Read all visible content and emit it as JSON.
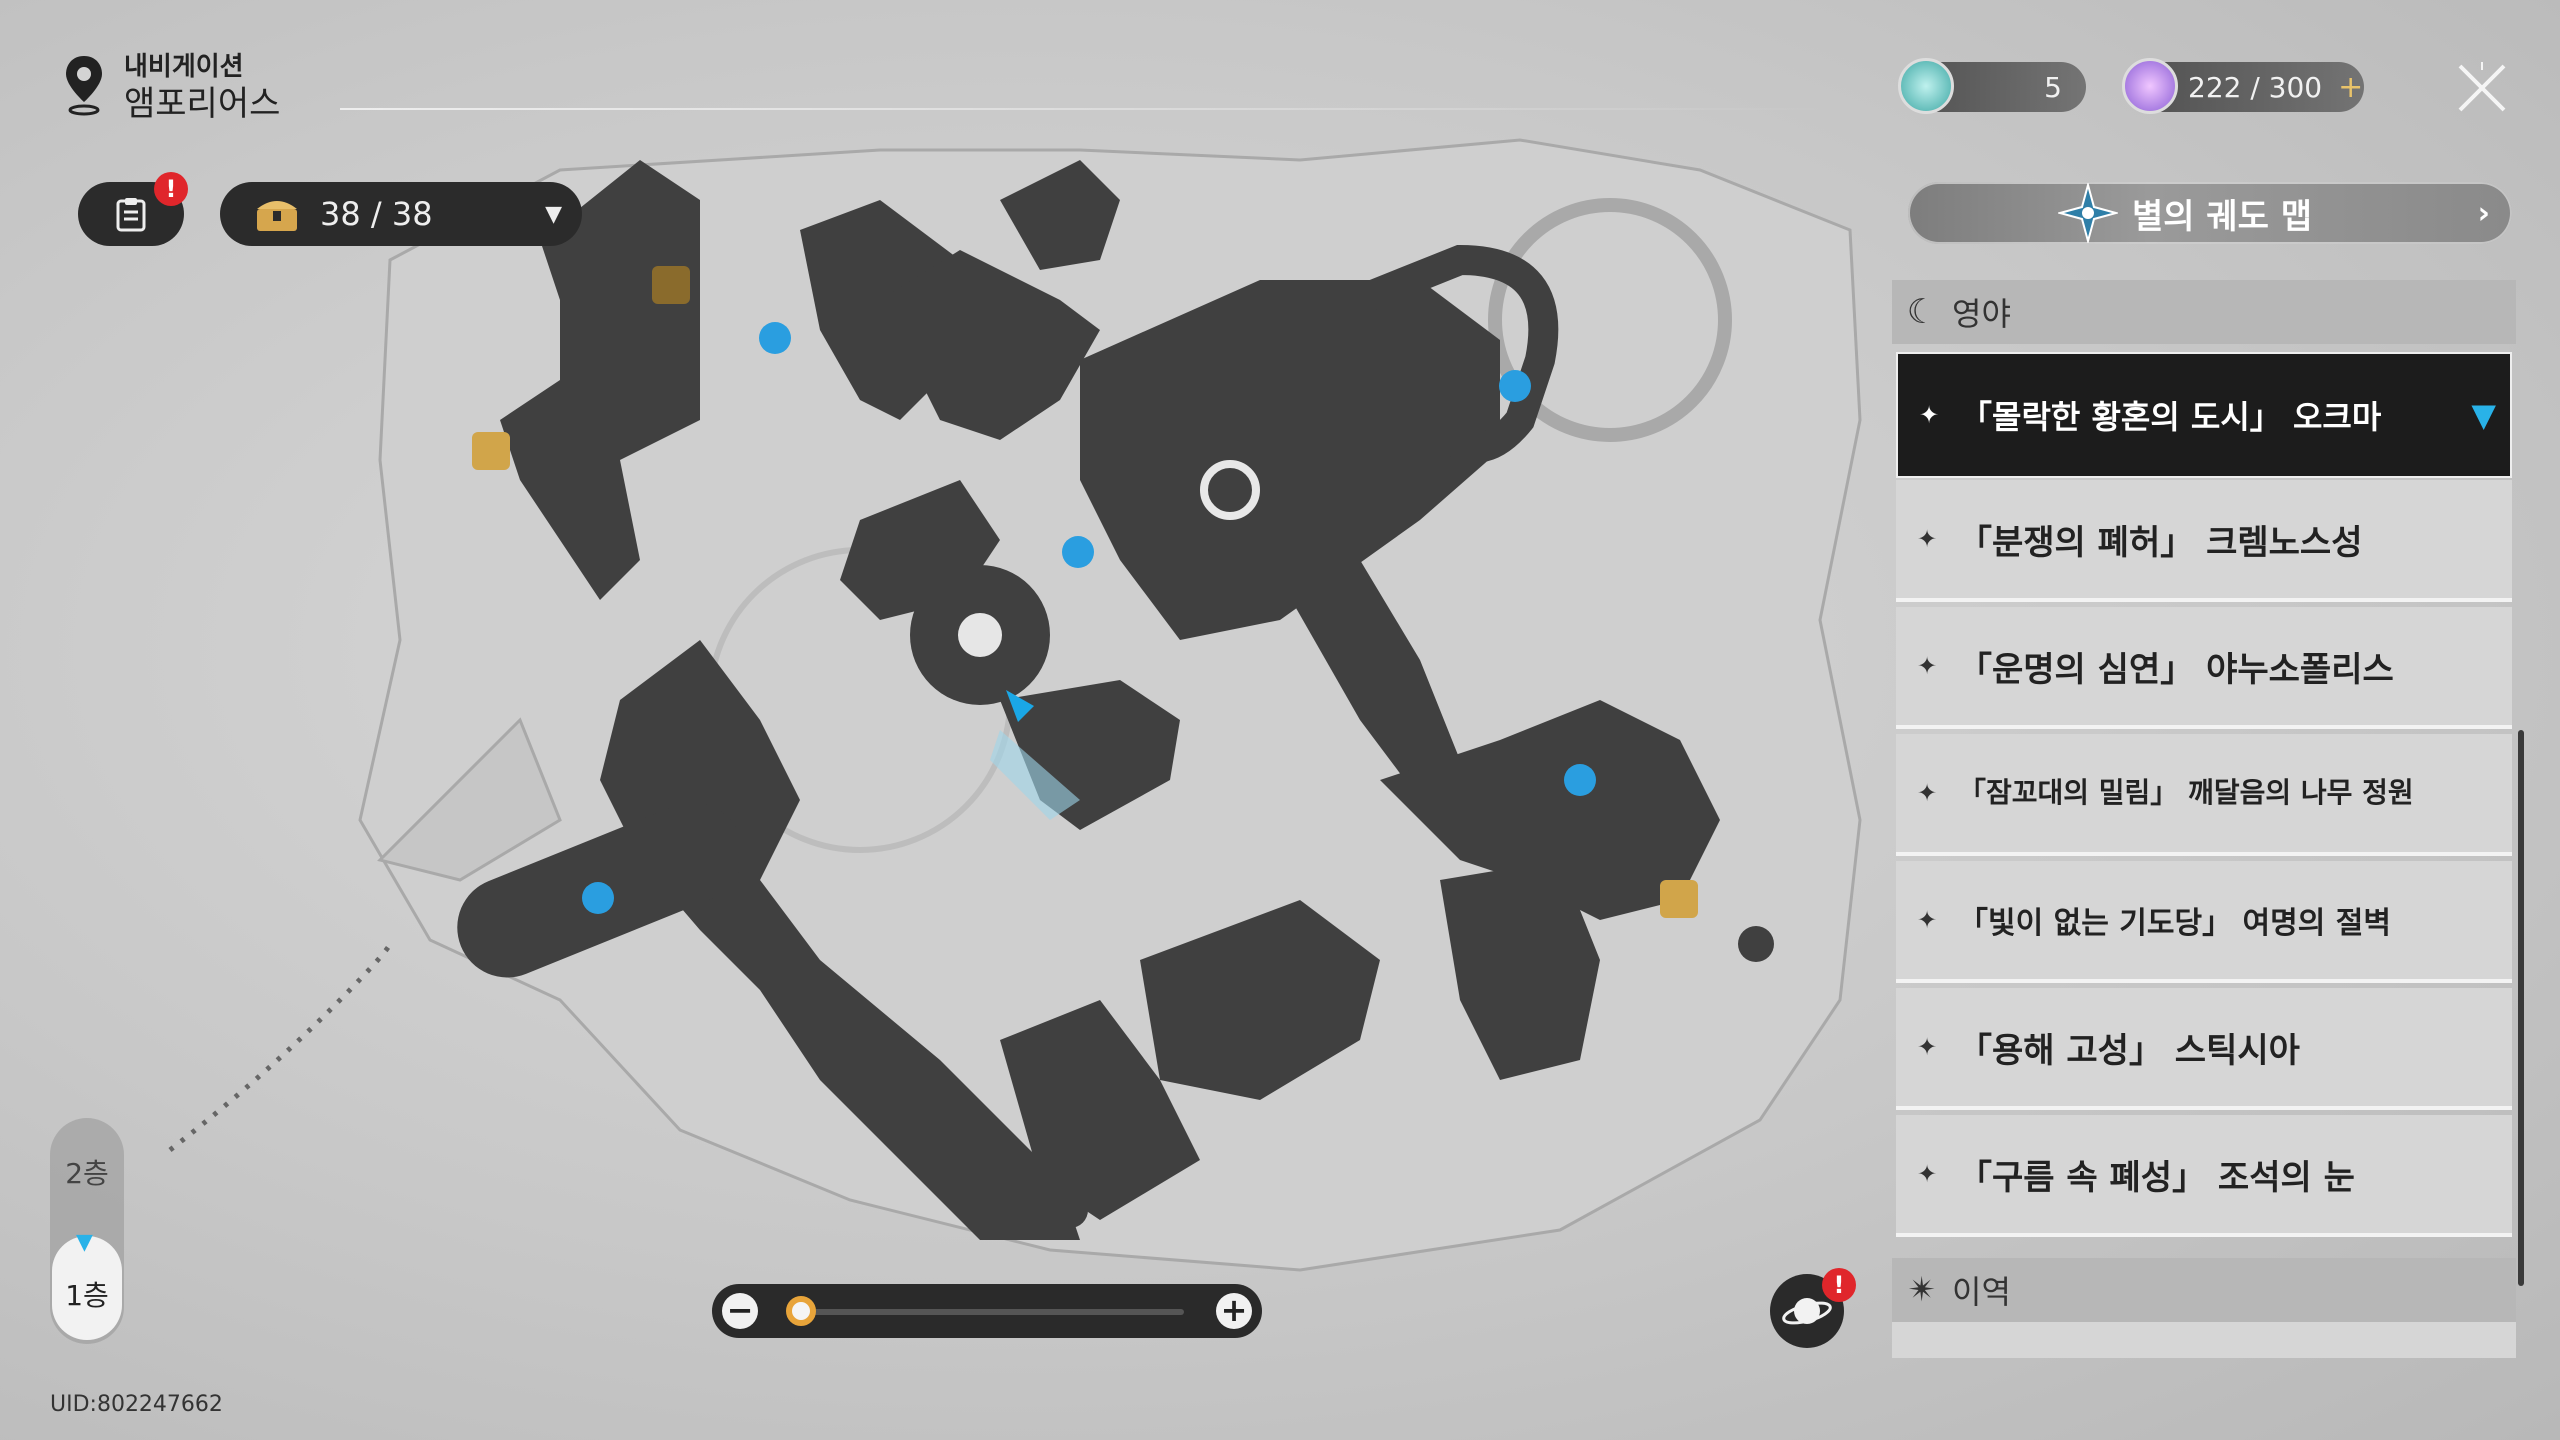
{
  "header": {
    "label": "내비게이션",
    "location": "앰포리어스"
  },
  "chest": {
    "count": "38 / 38"
  },
  "resources": {
    "fuel": "5",
    "power": "222 / 300",
    "plus": "+"
  },
  "panel": {
    "title": "별의 궤도 맵",
    "categories": [
      "영야",
      "이역"
    ],
    "items": [
      "「몰락한 황혼의 도시」 오크마",
      "「분쟁의 폐허」 크렘노스성",
      "「운명의 심연」 야누소폴리스",
      "「잠꼬대의 밀림」 깨달음의 나무 정원",
      "「빛이 없는 기도당」 여명의 절벽",
      "「용해 고성」 스틱시아",
      "「구름 속 폐성」 조석의 눈"
    ]
  },
  "floors": [
    "2층",
    "1층"
  ],
  "zoom": {
    "minus": "−",
    "plus": "+",
    "level": 0.02
  },
  "uid": "UID:802247662",
  "badge": "!"
}
